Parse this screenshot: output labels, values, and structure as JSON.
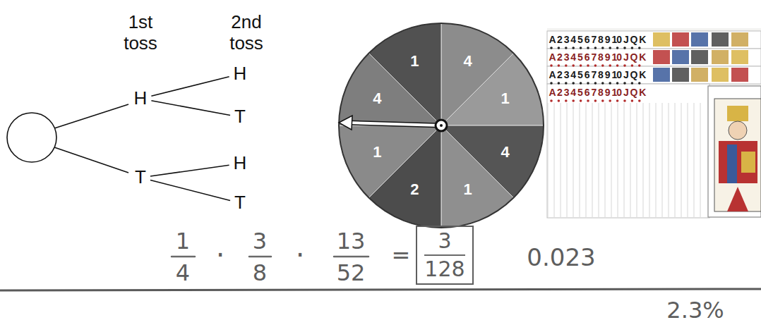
{
  "diagram": {
    "nodes": [
      {
        "text": [
          "H"
        ]
      },
      {
        "text": [
          "T"
        ]
      },
      {
        "text": [
          "H"
        ]
      },
      {
        "text": [
          "T"
        ]
      },
      {
        "text": [
          "H"
        ]
      },
      {
        "text": [
          "T"
        ]
      },
      {
        "text": [
          "3",
          "128"
        ]
      }
    ],
    "edges": [
      {
        "from": 0,
        "to": 2,
        "arrow": "none"
      },
      {
        "from": 0,
        "to": 3,
        "arrow": "none"
      },
      {
        "from": 1,
        "to": 4,
        "arrow": "none"
      },
      {
        "from": 1,
        "to": 5,
        "arrow": "none"
      }
    ],
    "labels": [
      "1st toss",
      "2nd toss",
      "4",
      "1",
      "4",
      "1",
      "2",
      "1",
      "4",
      "1",
      "A 2 3 4 5 6 7 8 9 10 J Q K",
      "A 2 3 4 5 6 7 8 9 10 J Q K",
      "A 2 3 4 5 6 7 8 9 10 J Q K",
      "A 2 3 4 5 6 7 8 9 10 J Q K",
      "1",
      "4",
      "·",
      "3",
      "8",
      "·",
      "13",
      "52",
      "=",
      "0.023",
      "2.3%"
    ]
  }
}
